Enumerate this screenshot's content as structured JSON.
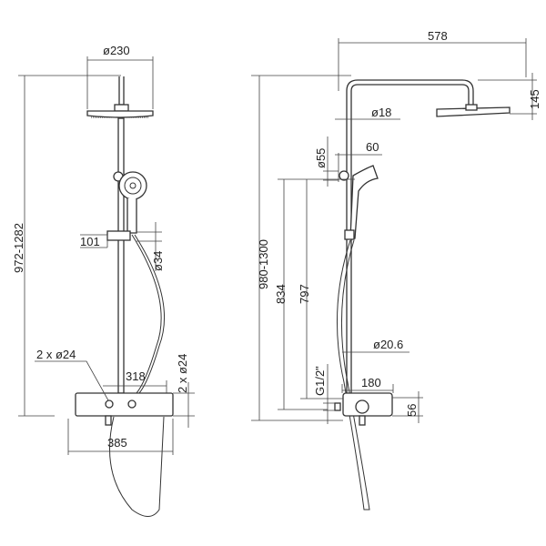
{
  "front_view": {
    "head_diameter": "ø230",
    "total_height": "972-1282",
    "slider_offset": "101",
    "rail_diameter": "ø34",
    "outlets_left": "2 x ø24",
    "outlets_right": "2 x ø24",
    "connection_width": "318",
    "shelf_width": "385"
  },
  "side_view": {
    "arm_reach": "578",
    "head_height": "145",
    "arm_diameter": "ø18",
    "holder_diameter": "ø55",
    "holder_offset": "60",
    "total_height": "980-1300",
    "height_834": "834",
    "height_797": "797",
    "rail_diameter": "ø20.6",
    "thread": "G1/2\"",
    "depth": "180",
    "body_height": "56"
  }
}
